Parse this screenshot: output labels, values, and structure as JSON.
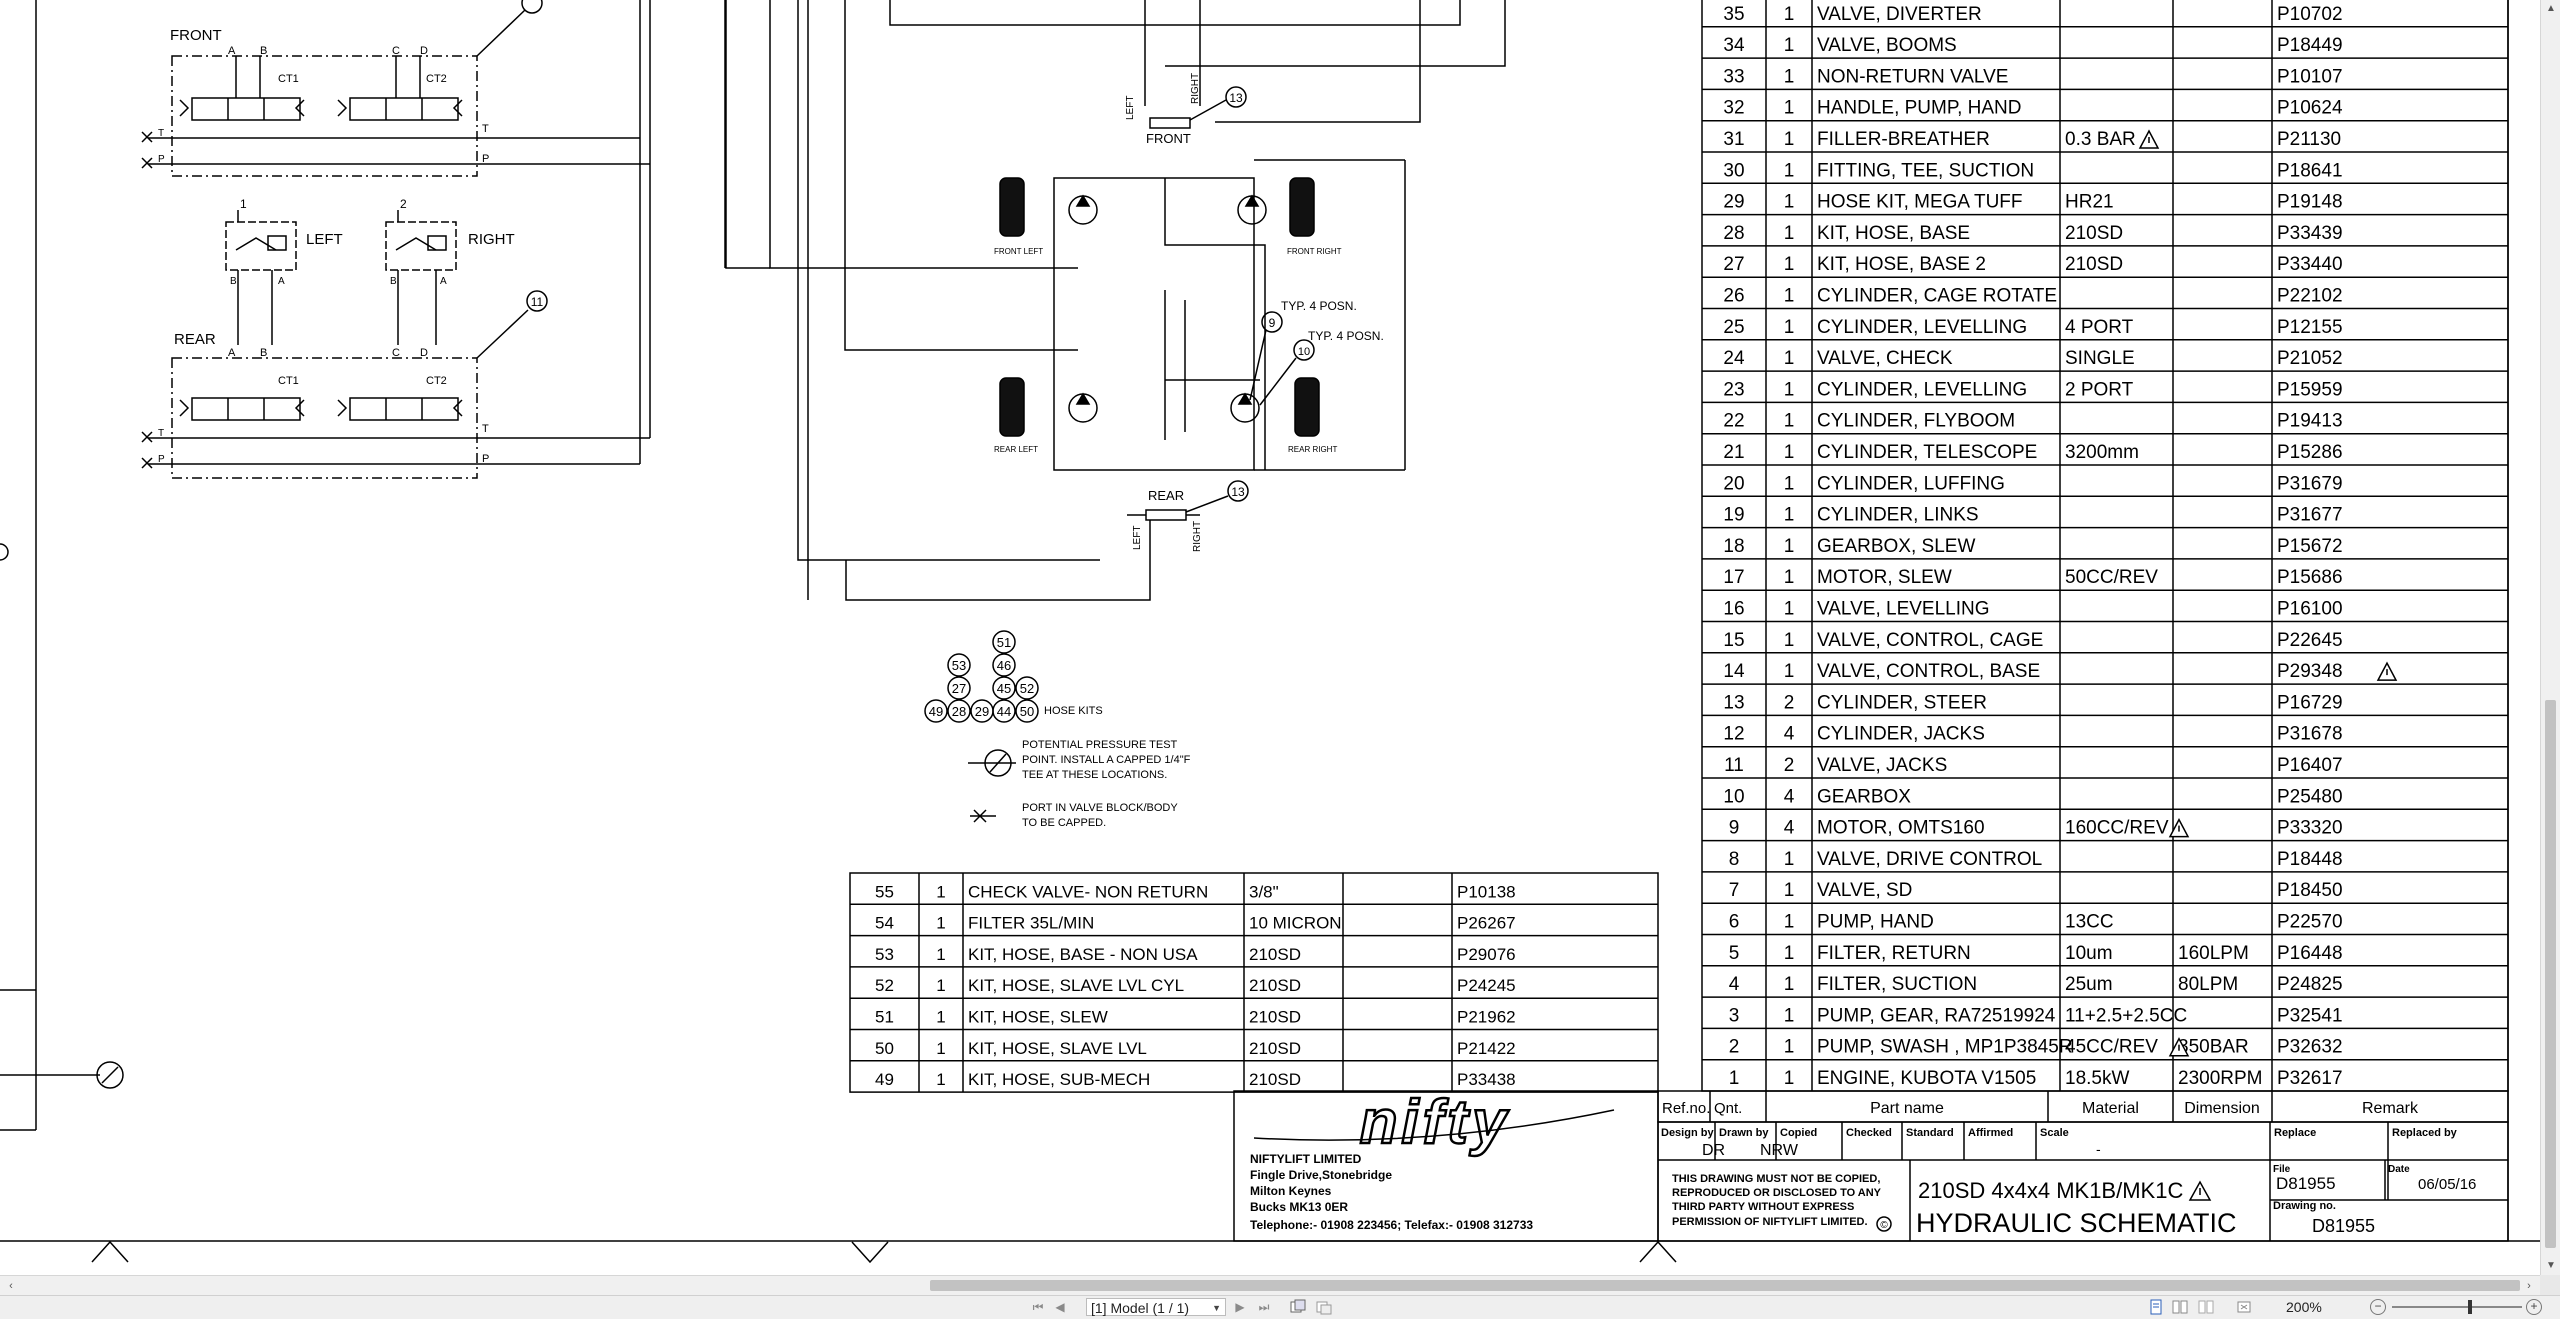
{
  "drawing": {
    "left_panel": {
      "front_label": "FRONT",
      "rear_label": "REAR",
      "left_label": "LEFT",
      "right_label": "RIGHT",
      "ct1": "CT1",
      "ct2": "CT2",
      "port_a": "A",
      "port_b": "B",
      "port_c": "C",
      "port_d": "D",
      "port_t": "T",
      "port_p": "P",
      "callout_11": "11",
      "callout_1": "1",
      "callout_2": "2"
    },
    "center_panel": {
      "front_label": "FRONT",
      "rear_label": "REAR",
      "left_label": "LEFT",
      "right_label": "RIGHT",
      "front_left": "FRONT LEFT",
      "front_right": "FRONT RIGHT",
      "rear_left": "REAR LEFT",
      "rear_right": "REAR RIGHT",
      "typ_posn_1": "TYP. 4 POSN.",
      "typ_posn_2": "TYP. 4 POSN.",
      "callout_13": "13",
      "callout_9": "9",
      "callout_10": "10"
    },
    "legend": {
      "hose_kit_numbers": [
        "51",
        "53",
        "46",
        "27",
        "45",
        "52",
        "49",
        "28",
        "29",
        "44",
        "50"
      ],
      "hose_kits_label": "HOSE KITS",
      "pressure_test_lines": [
        "POTENTIAL PRESSURE TEST",
        "POINT. INSTALL A CAPPED 1/4\"F",
        "TEE AT THESE LOCATIONS."
      ],
      "capped_port_lines": [
        "PORT IN VALVE BLOCK/BODY",
        "TO BE CAPPED."
      ]
    },
    "bom_small": [
      [
        "55",
        "1",
        "CHECK VALVE- NON RETURN",
        "3/8\"",
        "",
        "P10138"
      ],
      [
        "54",
        "1",
        "FILTER 35L/MIN",
        "10 MICRON",
        "",
        "P26267"
      ],
      [
        "53",
        "1",
        "KIT, HOSE, BASE - NON USA",
        "210SD",
        "",
        "P29076"
      ],
      [
        "52",
        "1",
        "KIT, HOSE, SLAVE LVL CYL",
        "210SD",
        "",
        "P24245"
      ],
      [
        "51",
        "1",
        "KIT, HOSE, SLEW",
        "210SD",
        "",
        "P21962"
      ],
      [
        "50",
        "1",
        "KIT, HOSE, SLAVE LVL",
        "210SD",
        "",
        "P21422"
      ],
      [
        "49",
        "1",
        "KIT, HOSE, SUB-MECH",
        "210SD",
        "",
        "P33438"
      ]
    ],
    "bom_large": [
      [
        "35",
        "1",
        "VALVE, DIVERTER",
        "",
        "",
        "P10702"
      ],
      [
        "34",
        "1",
        "VALVE, BOOMS",
        "",
        "",
        "P18449"
      ],
      [
        "33",
        "1",
        "NON-RETURN VALVE",
        "",
        "",
        "P10107"
      ],
      [
        "32",
        "1",
        "HANDLE, PUMP, HAND",
        "",
        "",
        "P10624"
      ],
      [
        "31",
        "1",
        "FILLER-BREATHER",
        "0.3 BAR",
        "",
        "P21130"
      ],
      [
        "30",
        "1",
        "FITTING, TEE, SUCTION",
        "",
        "",
        "P18641"
      ],
      [
        "29",
        "1",
        "HOSE KIT, MEGA TUFF",
        "HR21",
        "",
        "P19148"
      ],
      [
        "28",
        "1",
        "KIT, HOSE, BASE",
        "210SD",
        "",
        "P33439"
      ],
      [
        "27",
        "1",
        "KIT, HOSE, BASE 2",
        "210SD",
        "",
        "P33440"
      ],
      [
        "26",
        "1",
        "CYLINDER, CAGE ROTATE",
        "",
        "",
        "P22102"
      ],
      [
        "25",
        "1",
        "CYLINDER, LEVELLING",
        "4 PORT",
        "",
        "P12155"
      ],
      [
        "24",
        "1",
        "VALVE, CHECK",
        "SINGLE",
        "",
        "P21052"
      ],
      [
        "23",
        "1",
        "CYLINDER, LEVELLING",
        "2 PORT",
        "",
        "P15959"
      ],
      [
        "22",
        "1",
        "CYLINDER, FLYBOOM",
        "",
        "",
        "P19413"
      ],
      [
        "21",
        "1",
        "CYLINDER, TELESCOPE",
        "3200mm",
        "",
        "P15286"
      ],
      [
        "20",
        "1",
        "CYLINDER, LUFFING",
        "",
        "",
        "P31679"
      ],
      [
        "19",
        "1",
        "CYLINDER, LINKS",
        "",
        "",
        "P31677"
      ],
      [
        "18",
        "1",
        "GEARBOX, SLEW",
        "",
        "",
        "P15672"
      ],
      [
        "17",
        "1",
        "MOTOR, SLEW",
        "50CC/REV",
        "",
        "P15686"
      ],
      [
        "16",
        "1",
        "VALVE, LEVELLING",
        "",
        "",
        "P16100"
      ],
      [
        "15",
        "1",
        "VALVE, CONTROL, CAGE",
        "",
        "",
        "P22645"
      ],
      [
        "14",
        "1",
        "VALVE, CONTROL, BASE",
        "",
        "",
        "P29348"
      ],
      [
        "13",
        "2",
        "CYLINDER, STEER",
        "",
        "",
        "P16729"
      ],
      [
        "12",
        "4",
        "CYLINDER, JACKS",
        "",
        "",
        "P31678"
      ],
      [
        "11",
        "2",
        "VALVE, JACKS",
        "",
        "",
        "P16407"
      ],
      [
        "10",
        "4",
        "GEARBOX",
        "",
        "",
        "P25480"
      ],
      [
        "9",
        "4",
        "MOTOR, OMTS160",
        "160CC/REV",
        "",
        "P33320"
      ],
      [
        "8",
        "1",
        "VALVE, DRIVE CONTROL",
        "",
        "",
        "P18448"
      ],
      [
        "7",
        "1",
        "VALVE, SD",
        "",
        "",
        "P18450"
      ],
      [
        "6",
        "1",
        "PUMP, HAND",
        "13CC",
        "",
        "P22570"
      ],
      [
        "5",
        "1",
        "FILTER, RETURN",
        "10um",
        "160LPM",
        "P16448"
      ],
      [
        "4",
        "1",
        "FILTER, SUCTION",
        "25um",
        "80LPM",
        "P24825"
      ],
      [
        "3",
        "1",
        "PUMP, GEAR, RA72519924",
        "11+2.5+2.5CC",
        "",
        "P32541"
      ],
      [
        "2",
        "1",
        "PUMP, SWASH , MP1P3845R",
        "45CC/REV",
        "350BAR",
        "P32632"
      ],
      [
        "1",
        "1",
        "ENGINE, KUBOTA V1505",
        "18.5kW",
        "2300RPM",
        "P32617"
      ]
    ],
    "bom_header": {
      "refno": "Ref.no.",
      "qnt": "Qnt.",
      "partname": "Part name",
      "material": "Material",
      "dimension": "Dimension",
      "remark": "Remark"
    },
    "title_block": {
      "logo": "nifty",
      "company_lines": [
        "NIFTYLIFT LIMITED",
        "Fingle Drive,Stonebridge",
        "Milton Keynes",
        "Bucks MK13 0ER",
        "Telephone:- 01908 223456; Telefax:- 01908 312733"
      ],
      "design_by_label": "Design by",
      "design_by_value": "DR",
      "drawn_by_label": "Drawn by",
      "drawn_by_value": "NRW",
      "copied_label": "Copied",
      "checked_label": "Checked",
      "standard_label": "Standard",
      "affirmed_label": "Affirmed",
      "scale_label": "Scale",
      "scale_value": "-",
      "replace_label": "Replace",
      "replaced_by_label": "Replaced by",
      "copyright_lines": [
        "THIS DRAWING MUST NOT BE COPIED,",
        "REPRODUCED OR DISCLOSED TO ANY",
        "THIRD PARTY WITHOUT EXPRESS",
        "PERMISSION OF NIFTYLIFT LIMITED."
      ],
      "copyright_symbol": "©",
      "model": "210SD  4x4x4  MK1B/MK1C",
      "title": "HYDRAULIC SCHEMATIC",
      "file_label": "File",
      "file_value": "D81955",
      "date_label": "Date",
      "date_value": "06/05/16",
      "drawing_no_label": "Drawing no.",
      "drawing_no_value": "D81955"
    }
  },
  "statusbar": {
    "sheet": "[1] Model (1 / 1)",
    "zoom": "200%",
    "zoom_minus": "−",
    "zoom_plus": "+"
  },
  "icons": {
    "first_page": "first-page-icon",
    "prev_page": "prev-page-icon",
    "next_page": "next-page-icon",
    "last_page": "last-page-icon",
    "warning": "warning-triangle-icon"
  }
}
